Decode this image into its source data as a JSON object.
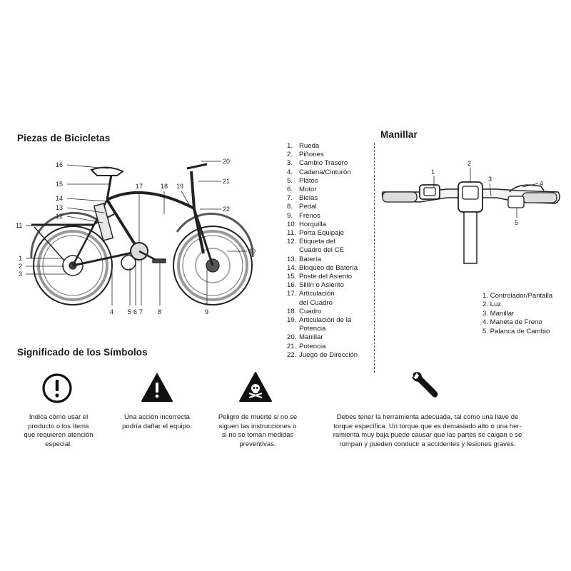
{
  "headings": {
    "parts": "Piezas de Bicicletas",
    "handlebar": "Manillar",
    "symbols": "Significado de los Símbolos"
  },
  "parts": [
    {
      "num": "1.",
      "label": "Rueda"
    },
    {
      "num": "2.",
      "label": "Piñones"
    },
    {
      "num": "3.",
      "label": "Cambio Trasero"
    },
    {
      "num": "4.",
      "label": "Cadena/Cinturón"
    },
    {
      "num": "5.",
      "label": "Platos"
    },
    {
      "num": "6.",
      "label": "Motor"
    },
    {
      "num": "7.",
      "label": "Bielas"
    },
    {
      "num": "8.",
      "label": "Pedal"
    },
    {
      "num": "9.",
      "label": "Frenos"
    },
    {
      "num": "10.",
      "label": "Horquilla"
    },
    {
      "num": "11.",
      "label": "Porta Equipaje"
    },
    {
      "num": "12.",
      "label": "Etiqueta del\nCuadro del CE"
    },
    {
      "num": "13.",
      "label": "Batería"
    },
    {
      "num": "14.",
      "label": "Bloqueo de Batería"
    },
    {
      "num": "15.",
      "label": "Poste del Asiento"
    },
    {
      "num": "16.",
      "label": "Sillín o Asiento"
    },
    {
      "num": "17.",
      "label": "Articulación\ndel Cuadro"
    },
    {
      "num": "18.",
      "label": "Cuadro"
    },
    {
      "num": "19.",
      "label": "Articulación de la\nPotencia"
    },
    {
      "num": "20.",
      "label": "Manillar"
    },
    {
      "num": "21.",
      "label": "Potencia"
    },
    {
      "num": "22.",
      "label": "Juego de Dirección"
    }
  ],
  "bike_callouts": [
    "1",
    "2",
    "3",
    "4",
    "5",
    "6",
    "7",
    "8",
    "9",
    "10",
    "11",
    "12",
    "13",
    "14",
    "15",
    "16",
    "17",
    "18",
    "19",
    "20",
    "21",
    "22"
  ],
  "handlebar_callouts": [
    "1",
    "2",
    "3",
    "4",
    "5"
  ],
  "handlebar_parts": [
    "1. Controlador/Pantalla",
    "2. Luz",
    "3. Manillar",
    "4. Maneta de Freno",
    "5. Palanca de Cambio"
  ],
  "symbols": [
    {
      "icon": "info-icon",
      "text": "Indica cómo usar el\nproducto o los ítems\nque requieren atención\nespecial."
    },
    {
      "icon": "warning-icon",
      "text": "Una acción incorrecta\npodría dañar el equipo."
    },
    {
      "icon": "danger-skull-icon",
      "text": "Peligro de muerte si no se\nsiguen las instrucciones o\nsi no se toman medidas\npreventivas."
    },
    {
      "icon": "wrench-icon",
      "text": "Debes tener la herramienta adecuada, tal como una llave de\ntorque específica. Un torque que es demasiado alto o una her-\nramienta muy baja puede causar que las partes se caigan o se\nrompan y pueden conducir a accidentes y lesiones graves."
    }
  ],
  "svg_labels": {
    "bike": {
      "c1": "1",
      "c2": "2",
      "c3": "3",
      "c4": "4",
      "c5": "5",
      "c6": "6",
      "c7": "7",
      "c8": "8",
      "c9": "9",
      "c10": "10",
      "c11": "11",
      "c12": "12",
      "c13": "13",
      "c14": "14",
      "c15": "15",
      "c16": "16",
      "c17": "17",
      "c18": "18",
      "c19": "19",
      "c20": "20",
      "c21": "21",
      "c22": "22"
    },
    "handlebar": {
      "h1": "1",
      "h2": "2",
      "h3": "3",
      "h4": "4",
      "h5": "5"
    }
  }
}
